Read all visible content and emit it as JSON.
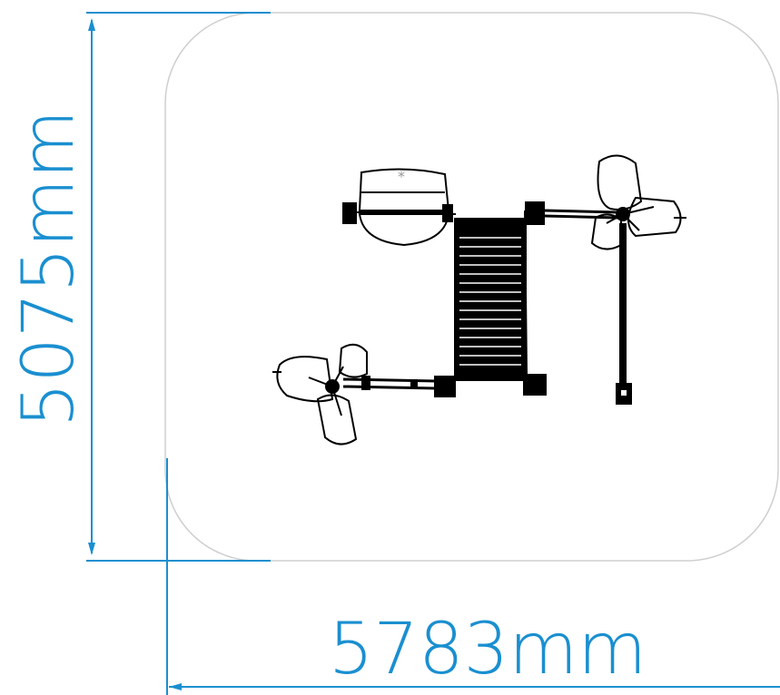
{
  "dimensions": {
    "height_label": "5075mm",
    "width_label": "5783mm"
  },
  "colors": {
    "dimension": "#1a8fd0",
    "outline": "#cfcfcf",
    "equipment": "#000000"
  },
  "equipment": {
    "items": [
      "spinner-seat-top-left",
      "ladder-platform",
      "rotating-seat-top-right",
      "vertical-bar-right",
      "rotating-seat-bottom-left"
    ]
  }
}
